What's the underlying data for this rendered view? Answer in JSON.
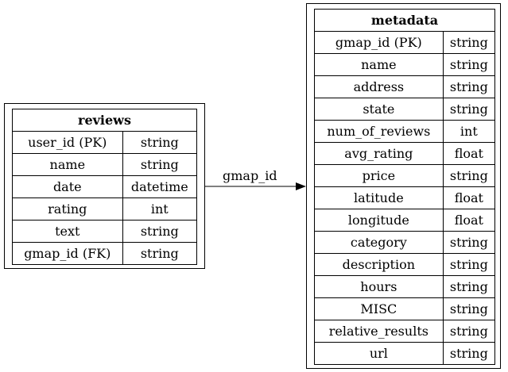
{
  "reviews": {
    "title": "reviews",
    "rows": [
      {
        "field": "user_id (PK)",
        "type": "string"
      },
      {
        "field": "name",
        "type": "string"
      },
      {
        "field": "date",
        "type": "datetime"
      },
      {
        "field": "rating",
        "type": "int"
      },
      {
        "field": "text",
        "type": "string"
      },
      {
        "field": "gmap_id (FK)",
        "type": "string"
      }
    ]
  },
  "metadata": {
    "title": "metadata",
    "rows": [
      {
        "field": "gmap_id (PK)",
        "type": "string"
      },
      {
        "field": "name",
        "type": "string"
      },
      {
        "field": "address",
        "type": "string"
      },
      {
        "field": "state",
        "type": "string"
      },
      {
        "field": "num_of_reviews",
        "type": "int"
      },
      {
        "field": "avg_rating",
        "type": "float"
      },
      {
        "field": "price",
        "type": "string"
      },
      {
        "field": "latitude",
        "type": "float"
      },
      {
        "field": "longitude",
        "type": "float"
      },
      {
        "field": "category",
        "type": "string"
      },
      {
        "field": "description",
        "type": "string"
      },
      {
        "field": "hours",
        "type": "string"
      },
      {
        "field": "MISC",
        "type": "string"
      },
      {
        "field": "relative_results",
        "type": "string"
      },
      {
        "field": "url",
        "type": "string"
      }
    ]
  },
  "relation": {
    "label": "gmap_id"
  }
}
